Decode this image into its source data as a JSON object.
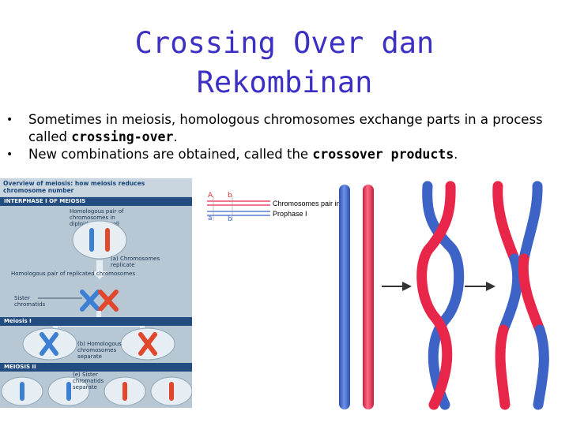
{
  "slide": {
    "title_line1": "Crossing Over dan",
    "title_line2": "Rekombinan",
    "bullets": [
      {
        "text_before": "Sometimes in meiosis, homologous chromosomes exchange parts in a process called ",
        "bold": "crossing-over",
        "text_after": "."
      },
      {
        "text_before": "New combinations are obtained, called the ",
        "bold": "crossover products",
        "text_after": "."
      }
    ]
  },
  "meiosis_panel": {
    "heading": "Overview of meiosis: how meiosis reduces chromosome number",
    "band_interphase": "INTERPHASE I OF MEIOSIS",
    "homologous_pair_label": "Homologous pair of chromosomes in diploid parent cell",
    "replicate_label": "(a) Chromosomes replicate",
    "replicated_pair_label": "Homologous pair of replicated chromosomes",
    "sister_label": "Sister chromatids",
    "band_meiosis1": "Meiosis I",
    "separate_label": "(b) Homologous chromosomes separate",
    "band_meiosis2": "MEIOSIS II",
    "sister_separate_label": "(e) Sister chromatids separate"
  },
  "crossover_diagram": {
    "allele_A": "A",
    "allele_a": "a",
    "allele_b_top": "b",
    "allele_b_bottom": "b",
    "caption_line1": "Chromosomes pair in",
    "caption_line2": "Prophase I"
  },
  "colors": {
    "title": "#3b2fc4",
    "chromosome_red": "#e8264a",
    "chromosome_blue": "#3d63c7",
    "panel_band": "#234c80",
    "panel_bg": "#b7c7d3"
  }
}
